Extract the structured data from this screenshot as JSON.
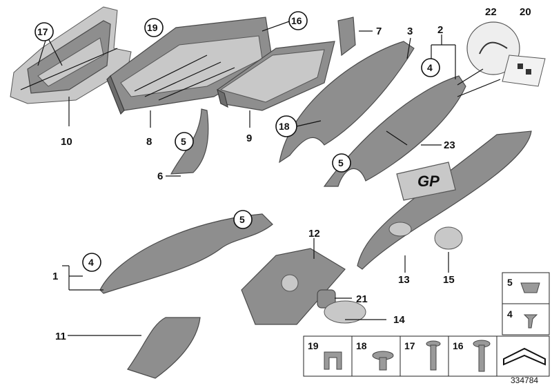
{
  "callouts": {
    "c1": "1",
    "c2": "2",
    "c3": "3",
    "c4a": "4",
    "c4b": "4",
    "c5a": "5",
    "c5b": "5",
    "c5c": "5",
    "c6": "6",
    "c7": "7",
    "c8": "8",
    "c9": "9",
    "c10": "10",
    "c11": "11",
    "c12": "12",
    "c13": "13",
    "c14": "14",
    "c15": "15",
    "c16": "16",
    "c17": "17",
    "c18": "18",
    "c19": "19",
    "c20": "20",
    "c21": "21",
    "c22": "22",
    "c23": "23"
  },
  "hardware_box": {
    "screw5": "5",
    "screw4": "4",
    "clip19": "19",
    "screw18": "18",
    "screw17": "17",
    "screw16": "16"
  },
  "badge_text": "GP",
  "diagram_number": "334784",
  "icons": {
    "signature_badge": "signature-badge-icon",
    "checkered_badge": "checkered-flag-badge-icon",
    "gp_badge": "gp-badge-icon",
    "orientation": "orientation-arrow-icon"
  }
}
